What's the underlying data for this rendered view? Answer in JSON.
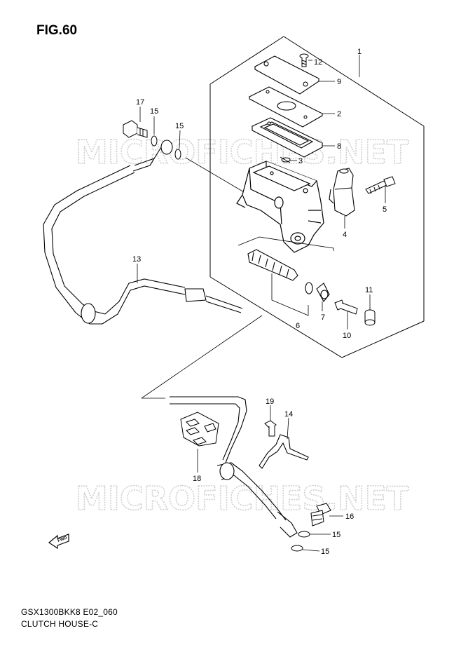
{
  "figure": {
    "title": "FIG.60",
    "model_code": "GSX1300BKK8 E02_060",
    "group_name": "CLUTCH HOUSE-C"
  },
  "watermark": {
    "text": "MICROFICHES.NET"
  },
  "front_indicator": {
    "label": "FWD"
  },
  "callouts": [
    {
      "number": "1",
      "part": "master-cylinder-assembly"
    },
    {
      "number": "2",
      "part": "reservoir-plate"
    },
    {
      "number": "3",
      "part": "clip"
    },
    {
      "number": "4",
      "part": "holder"
    },
    {
      "number": "5",
      "part": "holder-bolt"
    },
    {
      "number": "6",
      "part": "piston-set"
    },
    {
      "number": "7",
      "part": "boot"
    },
    {
      "number": "8",
      "part": "diaphragm"
    },
    {
      "number": "9",
      "part": "reservoir-cap"
    },
    {
      "number": "10",
      "part": "lever-pivot-bolt"
    },
    {
      "number": "11",
      "part": "nut"
    },
    {
      "number": "12",
      "part": "cap-screw"
    },
    {
      "number": "13",
      "part": "clutch-hose"
    },
    {
      "number": "14",
      "part": "clamp"
    },
    {
      "number": "15",
      "part": "gasket-upper-left"
    },
    {
      "number": "15",
      "part": "gasket-upper-right"
    },
    {
      "number": "15",
      "part": "gasket-lower-1"
    },
    {
      "number": "15",
      "part": "gasket-lower-2"
    },
    {
      "number": "16",
      "part": "union-bolt-lower"
    },
    {
      "number": "17",
      "part": "union-bolt-upper"
    },
    {
      "number": "18",
      "part": "hose-guide"
    },
    {
      "number": "19",
      "part": "clamp-bolt"
    }
  ],
  "colors": {
    "line": "#000000",
    "watermark": "#cfcfcf",
    "background": "#ffffff"
  }
}
